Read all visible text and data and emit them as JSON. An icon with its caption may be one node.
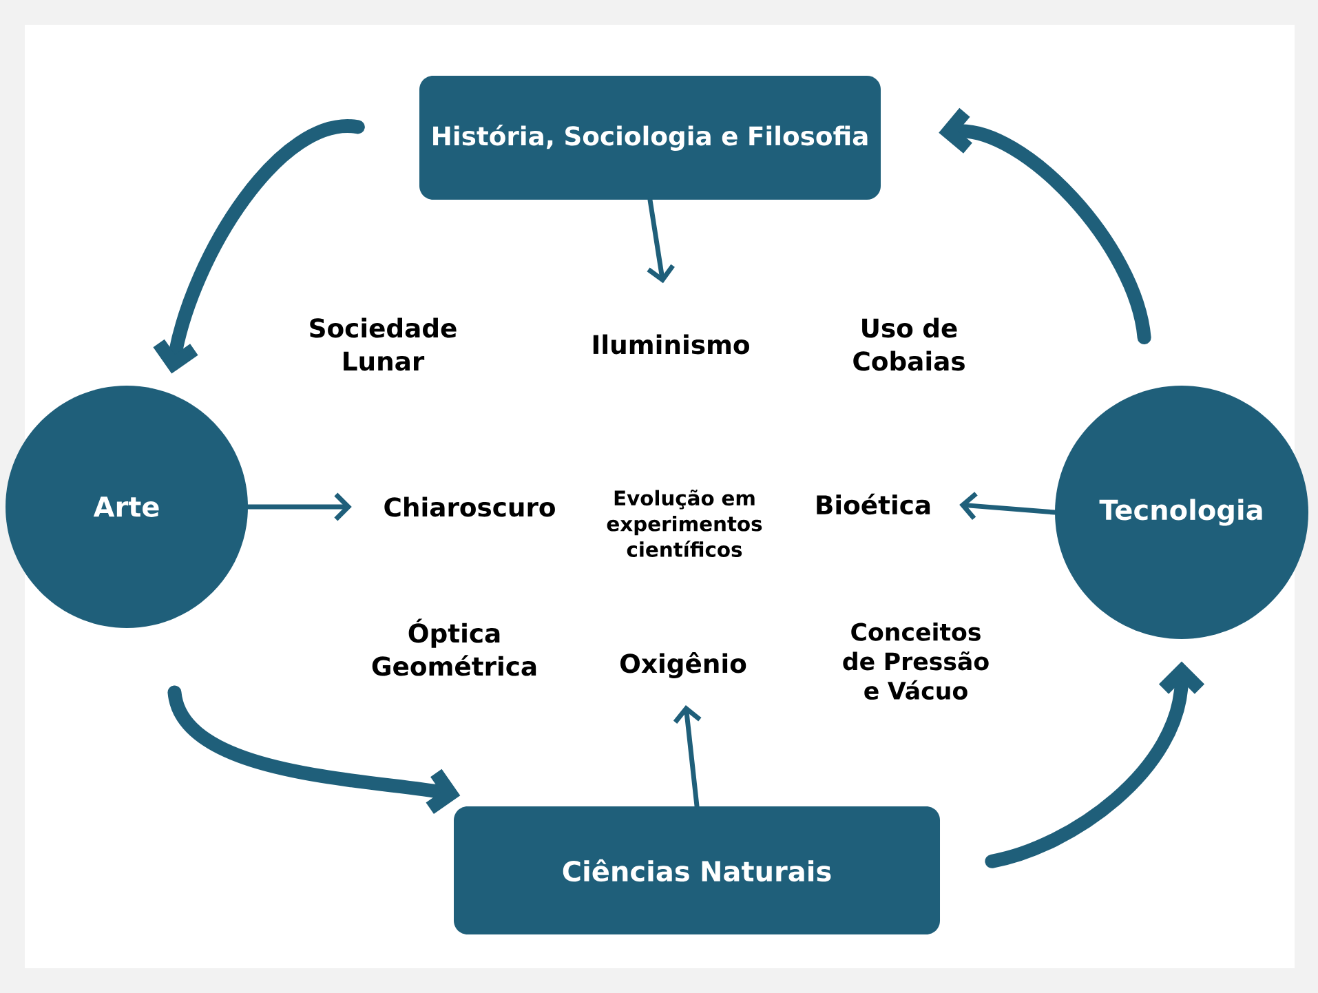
{
  "diagram": {
    "nodes": [
      {
        "text": [
          "História, Sociologia e Filosofia"
        ]
      },
      {
        "text": [
          "Iluminismo"
        ]
      },
      {
        "text": [
          "Arte"
        ]
      },
      {
        "text": [
          "Chiaroscuro"
        ]
      },
      {
        "text": [
          "Bioética"
        ]
      },
      {
        "text": [
          "Tecnologia"
        ]
      },
      {
        "text": [
          "Oxigênio"
        ]
      },
      {
        "text": [
          "Ciências Naturais"
        ]
      }
    ],
    "edges": [
      {
        "from": 0,
        "to": 1,
        "arrow": "to"
      },
      {
        "from": 2,
        "to": 3,
        "arrow": "to"
      },
      {
        "from": 5,
        "to": 4,
        "arrow": "to"
      },
      {
        "from": 7,
        "to": 6,
        "arrow": "to"
      },
      {
        "from": 0,
        "to": 2,
        "arrow": "to",
        "style": "thick"
      },
      {
        "from": 2,
        "to": 7,
        "arrow": "to",
        "style": "thick"
      },
      {
        "from": 7,
        "to": 5,
        "arrow": "to",
        "style": "thick"
      },
      {
        "from": 5,
        "to": 0,
        "arrow": "to",
        "style": "thick"
      }
    ],
    "labels": [
      "Sociedade Lunar",
      "Uso de Cobaias",
      "Evolução em experimentos científicos",
      "Óptica Geométrica",
      "Conceitos de Pressão e Vácuo"
    ]
  }
}
